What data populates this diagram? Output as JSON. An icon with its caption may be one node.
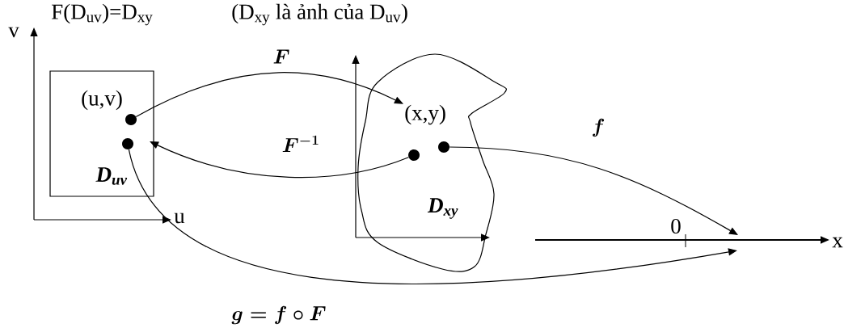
{
  "diagram": {
    "nodes": [
      {
        "text": [
          "D$_{uv}$"
        ]
      },
      {
        "text": [],
        "shape": "circle",
        "in": 0,
        "beside": [
          "(u,v)"
        ]
      },
      {
        "text": [],
        "shape": "circle",
        "in": 0
      },
      {
        "text": [
          "D$_{xy}$"
        ]
      },
      {
        "text": [],
        "shape": "circle",
        "in": 3
      },
      {
        "text": [],
        "shape": "circle",
        "in": 3
      },
      {
        "text": [
          "(x,y)"
        ],
        "in": 3
      }
    ],
    "edges": [
      {
        "from": 1,
        "to": 6,
        "arrow": "to",
        "label": "F"
      },
      {
        "from": 4,
        "to": 2,
        "arrow": "to",
        "label": "F^{-1}"
      },
      {
        "from": 5,
        "to": null,
        "arrow": "to",
        "label": "f"
      },
      {
        "from": 2,
        "to": null,
        "arrow": "to",
        "label": "g = f \\circ F"
      }
    ],
    "labels": [
      "F(D$_{uv}$)=D$_{xy}$",
      "(D$_{xy}$ là ảnh của D$_{uv}$)",
      "v",
      "u",
      "x",
      "0"
    ]
  }
}
